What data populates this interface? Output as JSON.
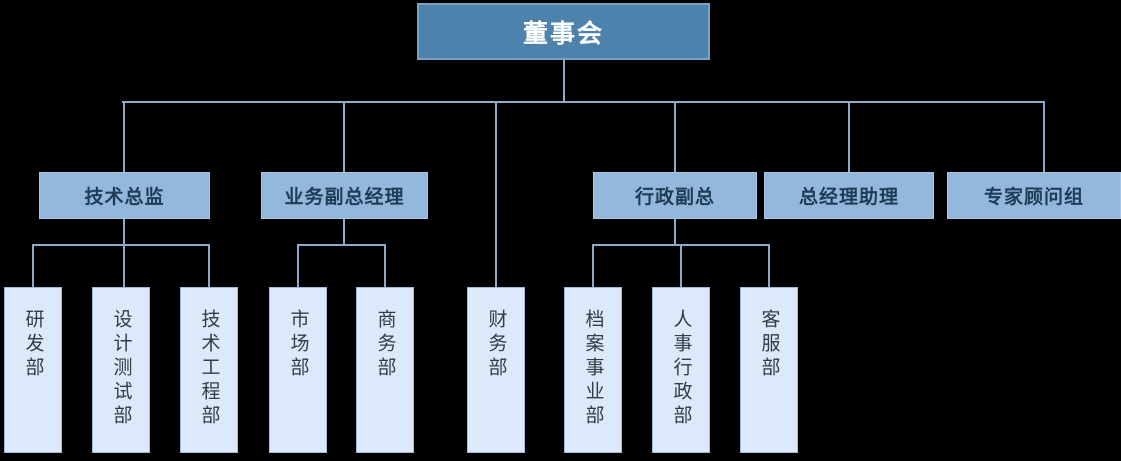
{
  "org": {
    "root": {
      "label": "董事会"
    },
    "level2": [
      {
        "label": "技术总监"
      },
      {
        "label": "业务副总经理"
      },
      {
        "label": "行政副总"
      },
      {
        "label": "总经理助理"
      },
      {
        "label": "专家顾问组"
      }
    ],
    "departments": [
      {
        "label": "研发部",
        "parent": "技术总监"
      },
      {
        "label": "设计测试部",
        "parent": "技术总监"
      },
      {
        "label": "技术工程部",
        "parent": "技术总监"
      },
      {
        "label": "市场部",
        "parent": "业务副总经理"
      },
      {
        "label": "商务部",
        "parent": "业务副总经理"
      },
      {
        "label": "财务部",
        "parent": "董事会"
      },
      {
        "label": "档案事业部",
        "parent": "行政副总"
      },
      {
        "label": "人事行政部",
        "parent": "行政副总"
      },
      {
        "label": "客服部",
        "parent": "行政副总"
      }
    ]
  },
  "colors": {
    "background": "#000000",
    "connector": "#8fabc7",
    "root_fill": "#4d82ac",
    "root_border": "#7aa3c3",
    "root_text": "#ffffff",
    "level2_fill": "#93b8dc",
    "level2_border": "#a6c6e6",
    "level2_text": "#1f3c58",
    "dept_fill": "#dbe9fa",
    "dept_border": "#9fbcdc",
    "dept_text": "#363b44"
  }
}
